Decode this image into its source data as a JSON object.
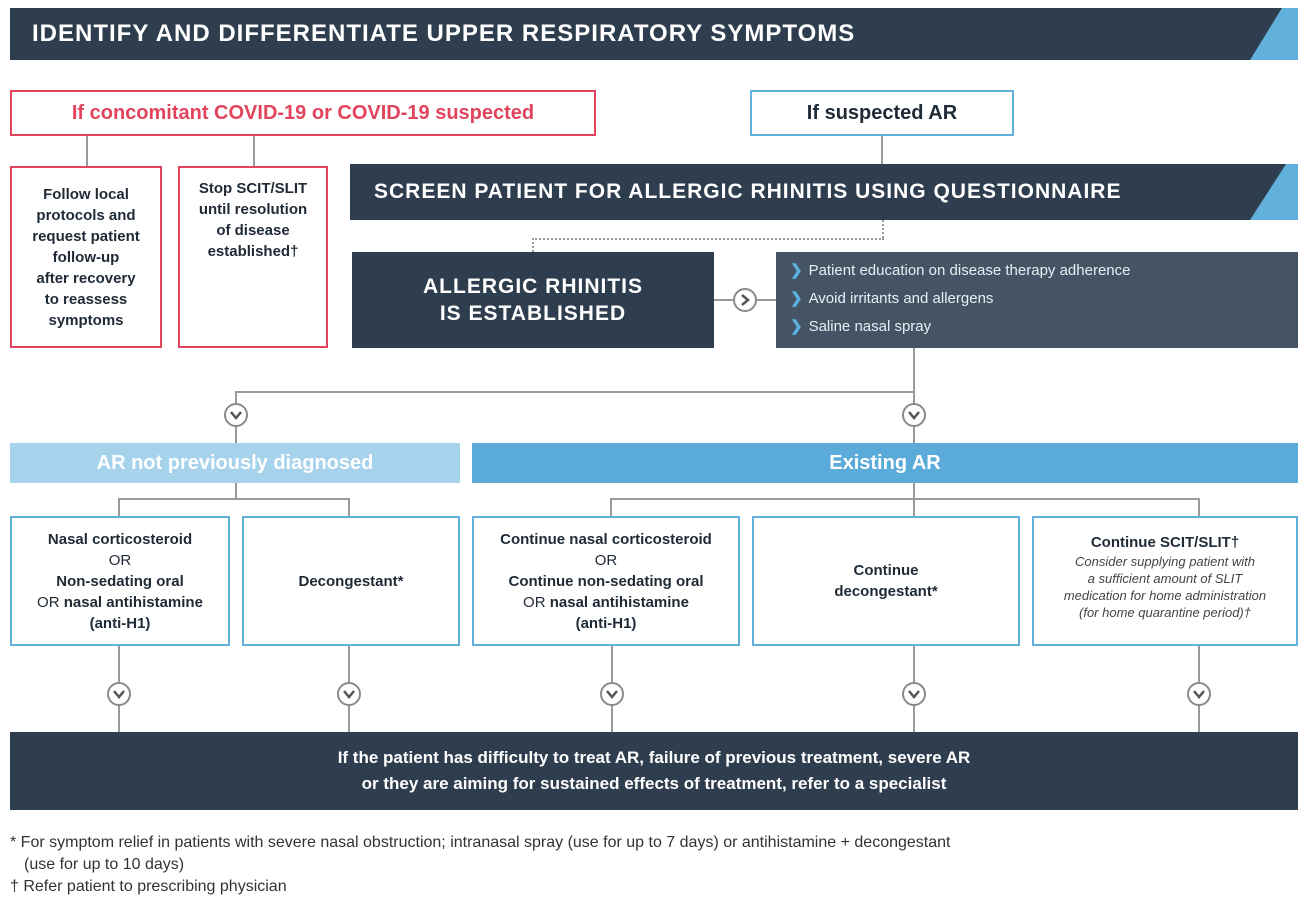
{
  "header": {
    "title": "IDENTIFY AND DIFFERENTIATE UPPER RESPIRATORY SYMPTOMS"
  },
  "covid": {
    "title": "If concomitant COVID-19 or COVID-19 suspected",
    "box1": [
      "Follow local",
      "protocols and",
      "request patient",
      "follow-up",
      "after recovery",
      "to reassess",
      "symptoms"
    ],
    "box2": [
      "Stop SCIT/SLIT",
      "until resolution",
      "of disease",
      "established†"
    ]
  },
  "ar_branch": {
    "title": "If suspected AR"
  },
  "screen": {
    "title": "SCREEN PATIENT FOR ALLERGIC RHINITIS USING QUESTIONNAIRE"
  },
  "established": {
    "title_lines": [
      "ALLERGIC RHINITIS",
      "IS ESTABLISHED"
    ],
    "bullets": [
      "Patient education on disease therapy adherence",
      "Avoid irritants and allergens",
      "Saline nasal spray"
    ]
  },
  "not_diagnosed": {
    "title": "AR not previously diagnosed",
    "box1": {
      "l1": "Nasal corticosteroid",
      "l2": "OR",
      "l3": "Non-sedating oral",
      "l4a": "OR ",
      "l4b": "nasal antihistamine",
      "l5": "(anti-H1)"
    },
    "box2": {
      "text": "Decongestant*"
    }
  },
  "existing": {
    "title": "Existing AR",
    "box1": {
      "l1": "Continue nasal corticosteroid",
      "l2": "OR",
      "l3": "Continue non-sedating oral",
      "l4a": "OR ",
      "l4b": "nasal antihistamine",
      "l5": "(anti-H1)"
    },
    "box2": {
      "l1": "Continue",
      "l2": "decongestant*"
    },
    "box3": {
      "title": "Continue SCIT/SLIT†",
      "note": [
        "Consider supplying patient with",
        "a sufficient amount of SLIT",
        "medication for home administration",
        "(for home quarantine period)†"
      ]
    }
  },
  "specialist": {
    "lines": [
      "If the patient has difficulty to treat AR, failure of previous treatment, severe AR",
      "or they are aiming for sustained effects of treatment, refer to a specialist"
    ]
  },
  "footnotes": [
    "* For symptom relief in patients with severe nasal obstruction; intranasal spray (use for up to 7 days) or antihistamine + decongestant",
    "(use for up to 10 days)",
    "† Refer patient to prescribing physician"
  ],
  "colors": {
    "dark": "#2f3e4e",
    "accent_blue": "#62b1dc",
    "light_blue": "#a6d2ec",
    "covid_red": "#e2445c"
  }
}
